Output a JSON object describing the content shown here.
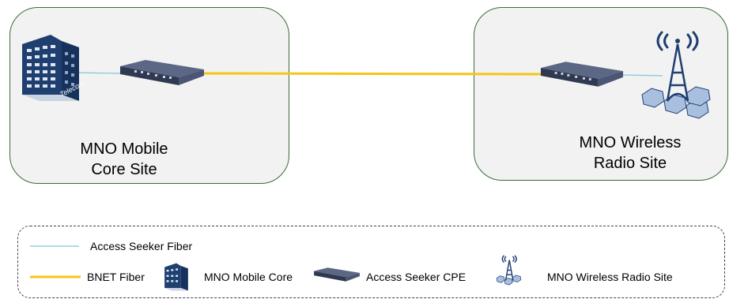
{
  "sites": {
    "core": {
      "label_line1": "MNO Mobile",
      "label_line2": "Core Site"
    },
    "radio": {
      "label_line1": "MNO Wireless",
      "label_line2": "Radio Site"
    }
  },
  "building_sign": "Telecom",
  "legend": {
    "access_seeker_fiber": "Access Seeker Fiber",
    "bnet_fiber": "BNET Fiber",
    "mno_mobile_core": "MNO Mobile Core",
    "access_seeker_cpe": "Access Seeker CPE",
    "mno_wireless_radio_site": "MNO Wireless Radio Site"
  },
  "colors": {
    "bnet_fiber": "#f5c518",
    "access_seeker_fiber": "#7fc6de",
    "site_border": "#3a6b3a",
    "site_fill": "#f2f2f2",
    "device": "#3d4a63",
    "building": "#1f3f70",
    "hexagon": "#a9bfe0"
  }
}
